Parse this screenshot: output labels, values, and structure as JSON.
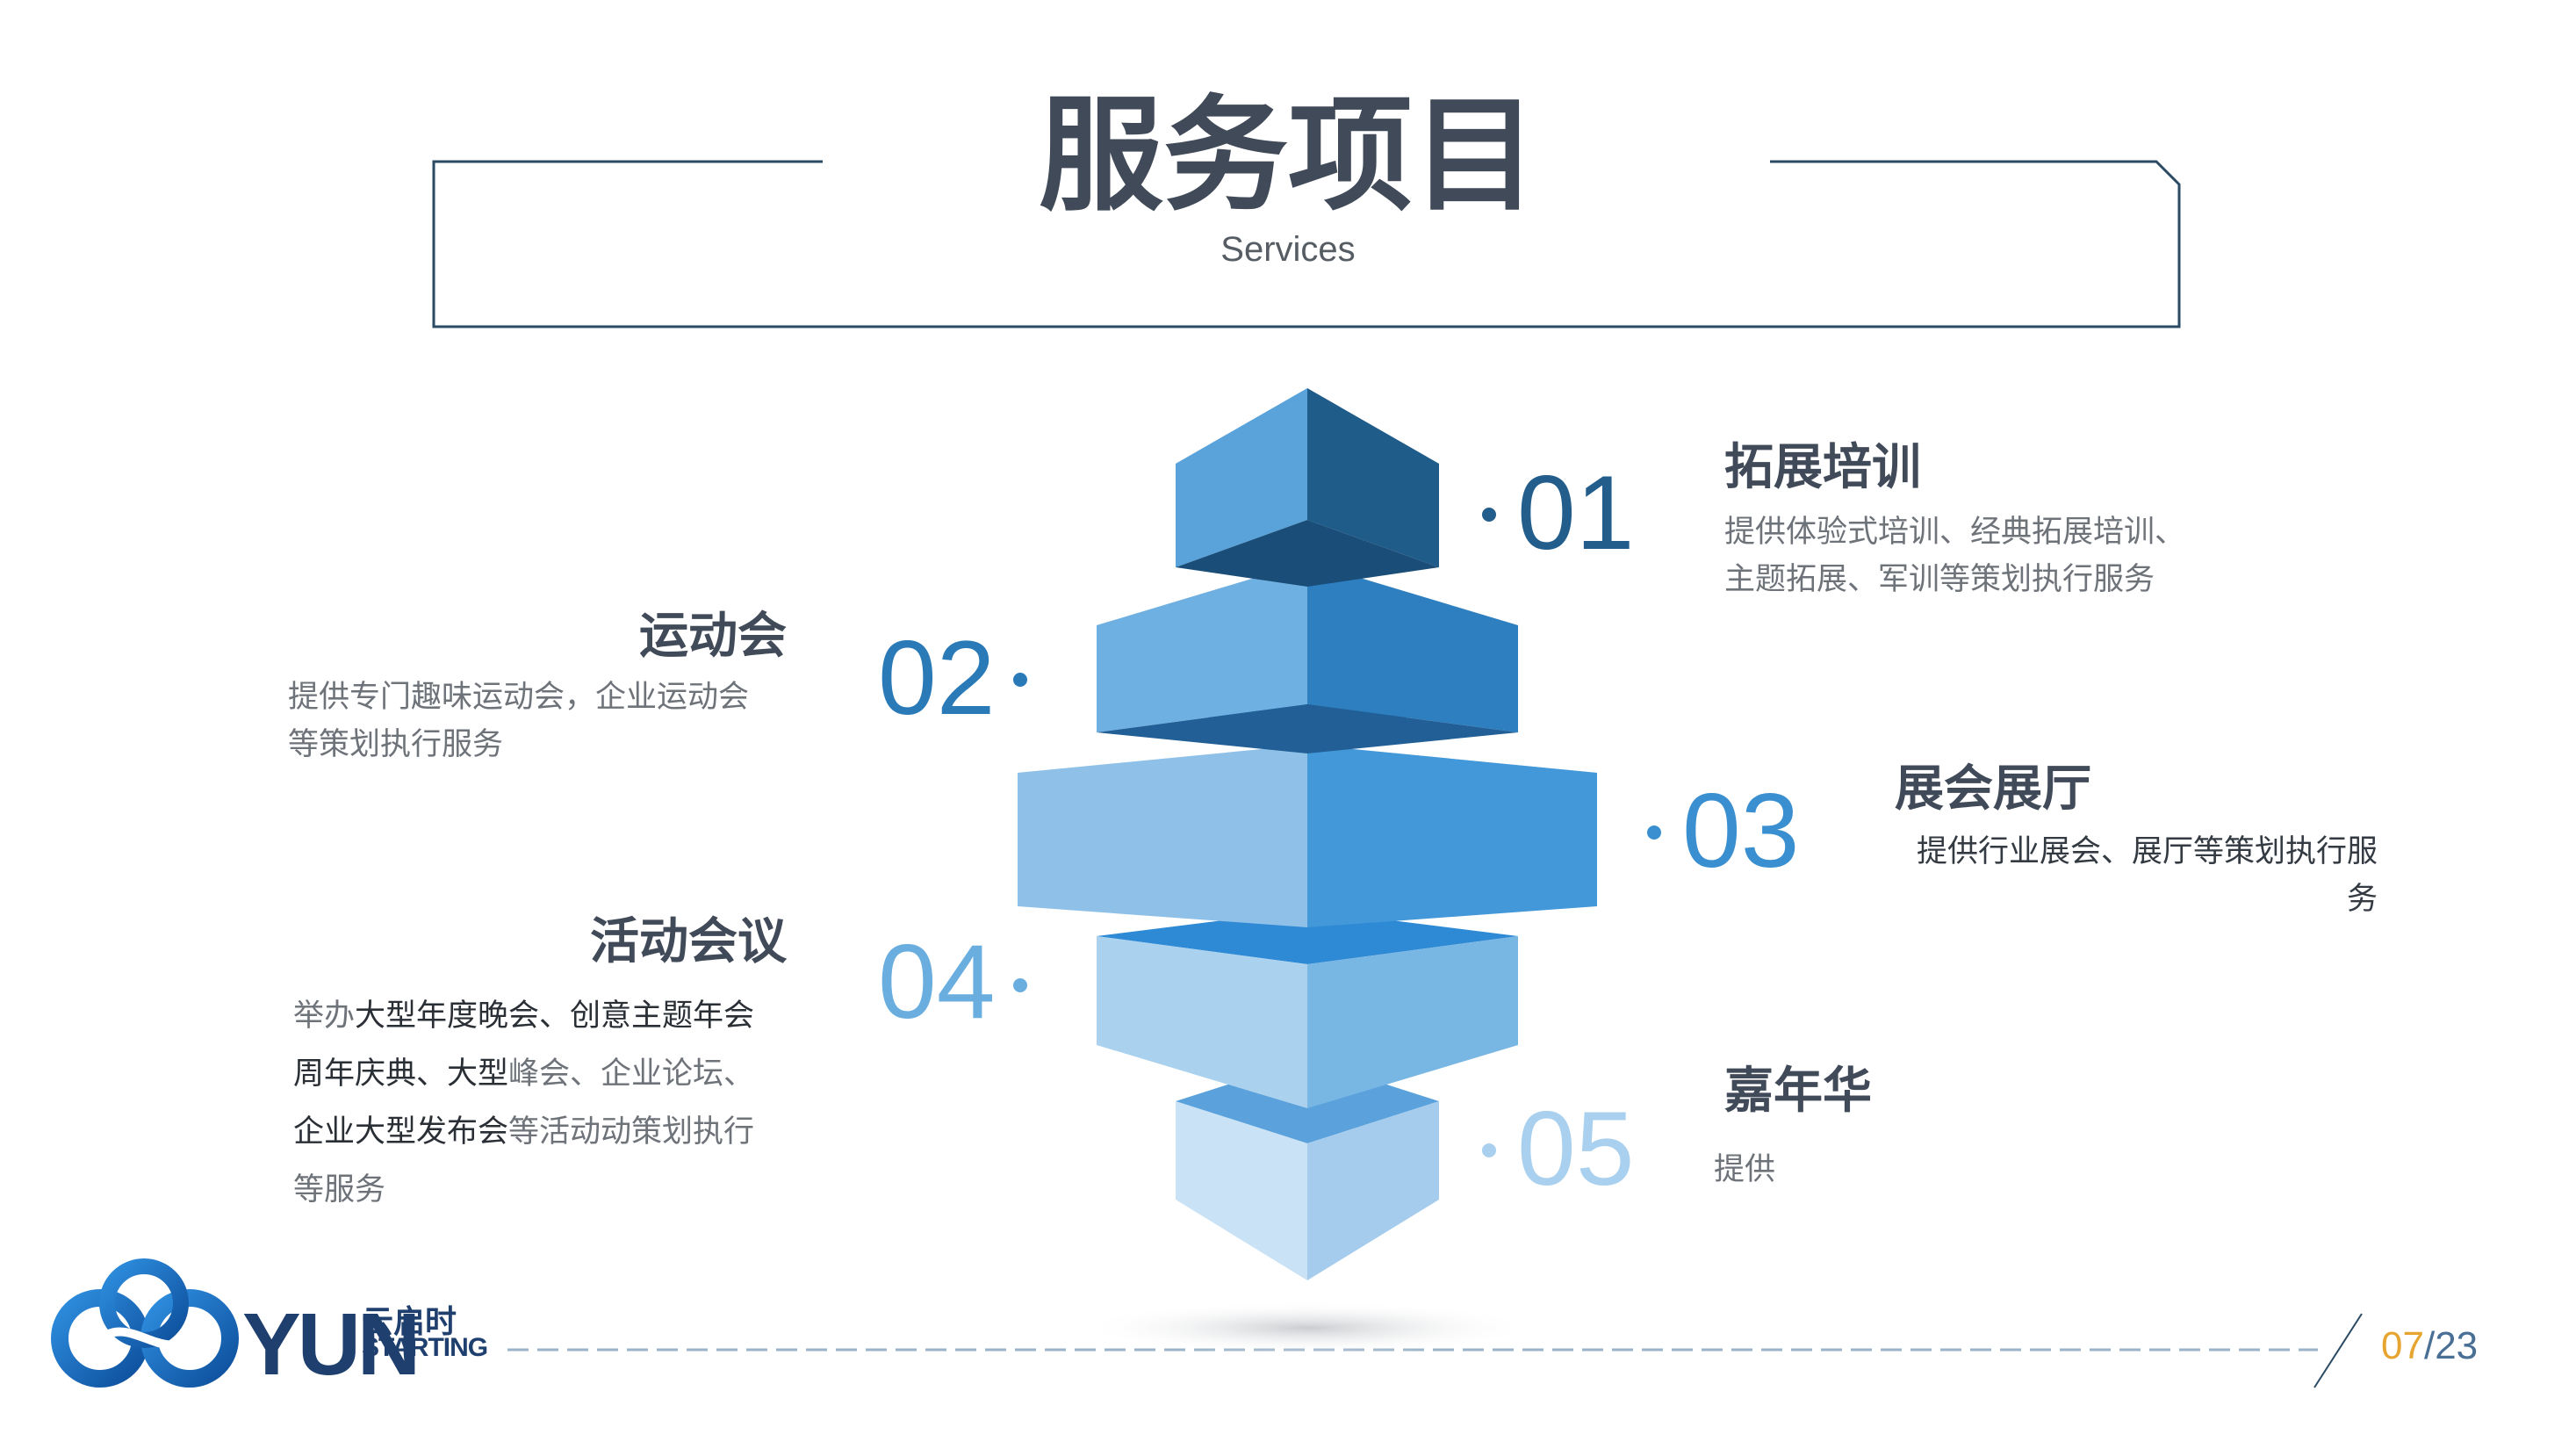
{
  "header": {
    "title": "服务项目",
    "subtitle": "Services"
  },
  "services": [
    {
      "number": "01",
      "title": "拓展培训",
      "desc_line1": "提供体验式培训、经典拓展培训、",
      "desc_line2": "主题拓展、军训等策划执行服务"
    },
    {
      "number": "02",
      "title": "运动会",
      "desc_line1": "提供专门趣味运动会，企业运动会",
      "desc_line2": "等策划执行服务"
    },
    {
      "number": "03",
      "title": "展会展厅",
      "desc_line1": "提供行业展会、展厅等策划执行服",
      "desc_line2": "务"
    },
    {
      "number": "04",
      "title": "活动会议",
      "desc_line1_a": "举办",
      "desc_line1_b": "大型年度晚会、创意主题年会",
      "desc_line2_a": "周年庆典、大型",
      "desc_line2_b": "峰会、企业论坛、",
      "desc_line3_a": "企业大型发布会",
      "desc_line3_b": "等活动动策划执行",
      "desc_line4": "等服务"
    },
    {
      "number": "05",
      "title": "嘉年华",
      "desc_line1": "提供"
    }
  ],
  "logo": {
    "brand": "YUN",
    "cn": "云启时",
    "en": "STARTING"
  },
  "pagination": {
    "current": "07",
    "separator": "/",
    "total": "23"
  },
  "colors": {
    "number_01": "#225d8c",
    "number_02": "#2a7ab8",
    "number_03": "#3a8fd0",
    "number_04": "#6aaee0",
    "number_05": "#a9d0ee",
    "title_frame": "#2b4a63"
  }
}
